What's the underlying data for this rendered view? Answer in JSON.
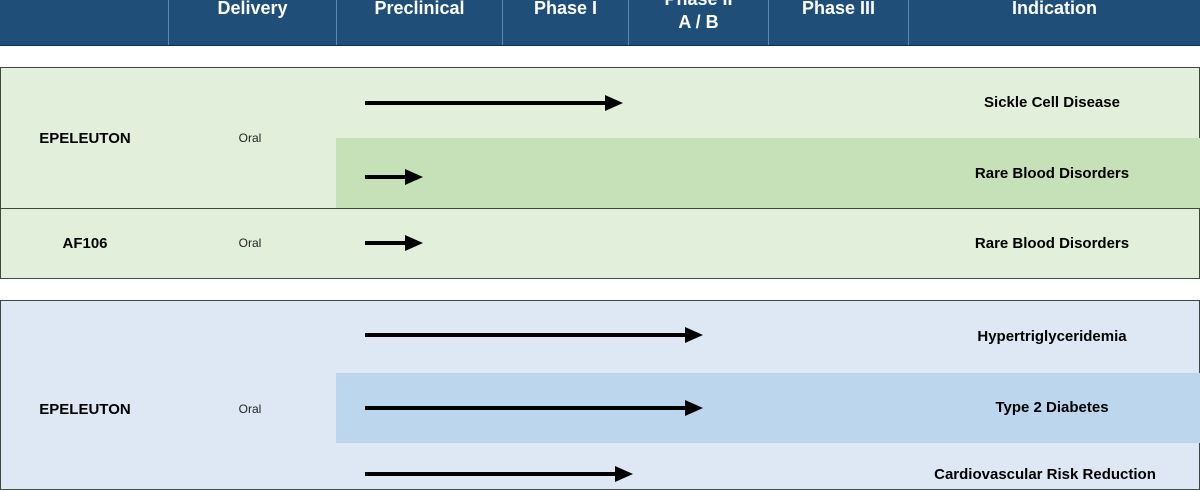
{
  "header": {
    "columns": [
      "Delivery",
      "Preclinical",
      "Phase I",
      "Phase II",
      "A  / B",
      "Phase III",
      "Indication"
    ]
  },
  "groups": [
    {
      "color": "#e2efdb",
      "rows": [
        {
          "product": "EPELEUTON",
          "delivery": "Oral",
          "indications": [
            "Sickle Cell Disease",
            "Rare Blood Disorders"
          ],
          "progress": [
            "Phase I",
            "Preclinical"
          ]
        },
        {
          "product": "AF106",
          "delivery": "Oral",
          "indications": [
            "Rare Blood Disorders"
          ],
          "progress": [
            "Preclinical"
          ]
        }
      ]
    },
    {
      "color": "#dde8f4",
      "rows": [
        {
          "product": "EPELEUTON",
          "delivery": "Oral",
          "indications": [
            "Hypertriglyceridemia",
            "Type 2 Diabetes",
            "Cardiovascular Risk Reduction"
          ],
          "progress": [
            "Phase II",
            "Phase II",
            "Phase I"
          ]
        }
      ]
    }
  ]
}
